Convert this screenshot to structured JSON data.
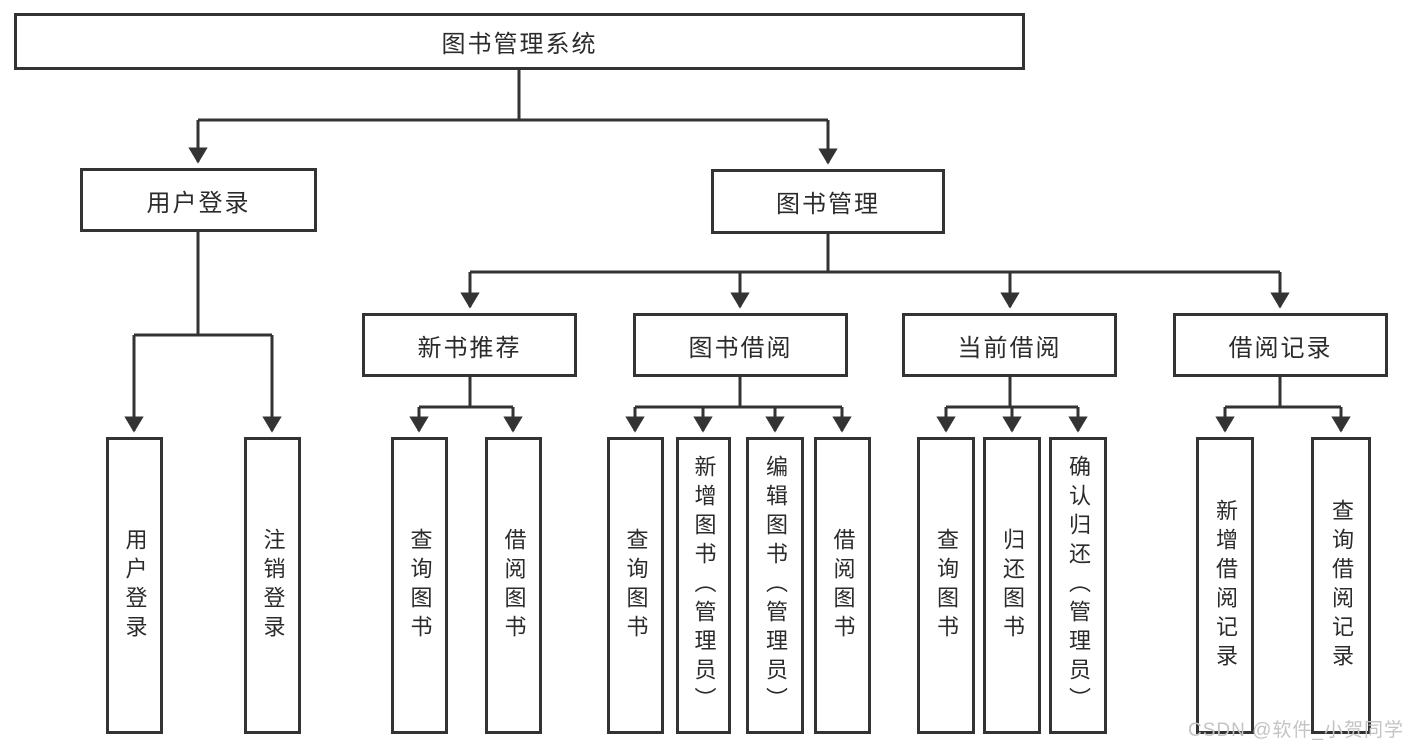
{
  "colors": {
    "line": "#333333",
    "text": "#2b2b2b",
    "watermark": "#c4c4c4",
    "background": "#ffffff"
  },
  "tree": {
    "label": "图书管理系统",
    "children": [
      {
        "label": "用户登录",
        "children": [
          {
            "label": "用户登录"
          },
          {
            "label": "注销登录"
          }
        ]
      },
      {
        "label": "图书管理",
        "children": [
          {
            "label": "新书推荐",
            "children": [
              {
                "label": "查询图书"
              },
              {
                "label": "借阅图书"
              }
            ]
          },
          {
            "label": "图书借阅",
            "children": [
              {
                "label": "查询图书"
              },
              {
                "label": "新增图书（管理员）"
              },
              {
                "label": "编辑图书（管理员）"
              },
              {
                "label": "借阅图书"
              }
            ]
          },
          {
            "label": "当前借阅",
            "children": [
              {
                "label": "查询图书"
              },
              {
                "label": "归还图书"
              },
              {
                "label": "确认归还（管理员）"
              }
            ]
          },
          {
            "label": "借阅记录",
            "children": [
              {
                "label": "新增借阅记录"
              },
              {
                "label": "查询借阅记录"
              }
            ]
          }
        ]
      }
    ]
  },
  "watermark": {
    "text": "CSDN @软件_小贺同学"
  }
}
